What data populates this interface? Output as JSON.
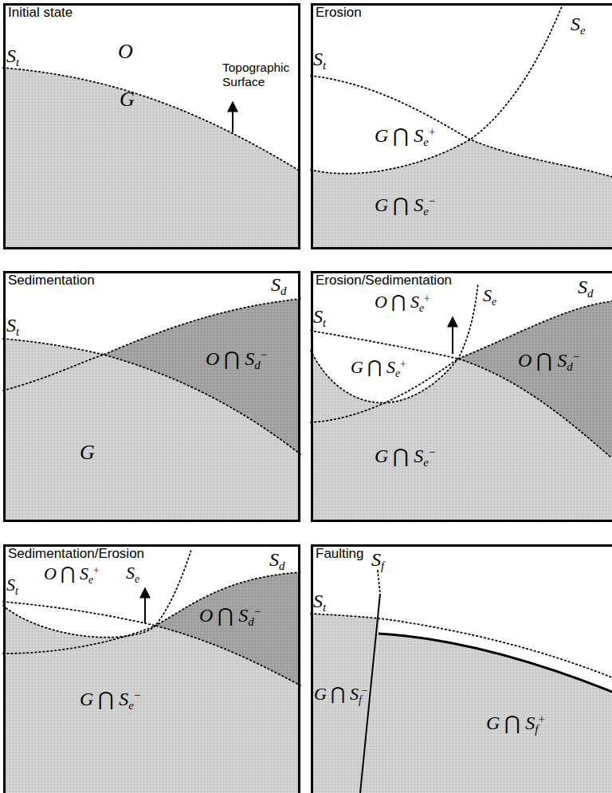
{
  "diagram": {
    "nodes": [
      {
        "text": [
          "Initial state",
          "St",
          "O",
          "Topographic Surface",
          "G"
        ]
      },
      {
        "text": [
          "Erosion",
          "Se",
          "St",
          "G ⋂ Se+",
          "G ⋂ Se−"
        ]
      },
      {
        "text": [
          "Sedimentation",
          "Sd",
          "St",
          "O ⋂ Sd−",
          "G"
        ]
      },
      {
        "text": [
          "Erosion/Sedimentation",
          "O ⋂ Se+",
          "Se",
          "Sd",
          "St",
          "O ⋂ Sd−",
          "G ⋂ Se+",
          "G ⋂ Se−"
        ]
      },
      {
        "text": [
          "Sedimentation/Erosion",
          "O ⋂ Se+",
          "Se",
          "Sd",
          "St",
          "O ⋂ Sd−",
          "G ⋂ Se−"
        ]
      },
      {
        "text": [
          "Faulting",
          "Sf",
          "St",
          "G ⋂ Sf−",
          "G ⋂ Sf+"
        ]
      }
    ]
  }
}
